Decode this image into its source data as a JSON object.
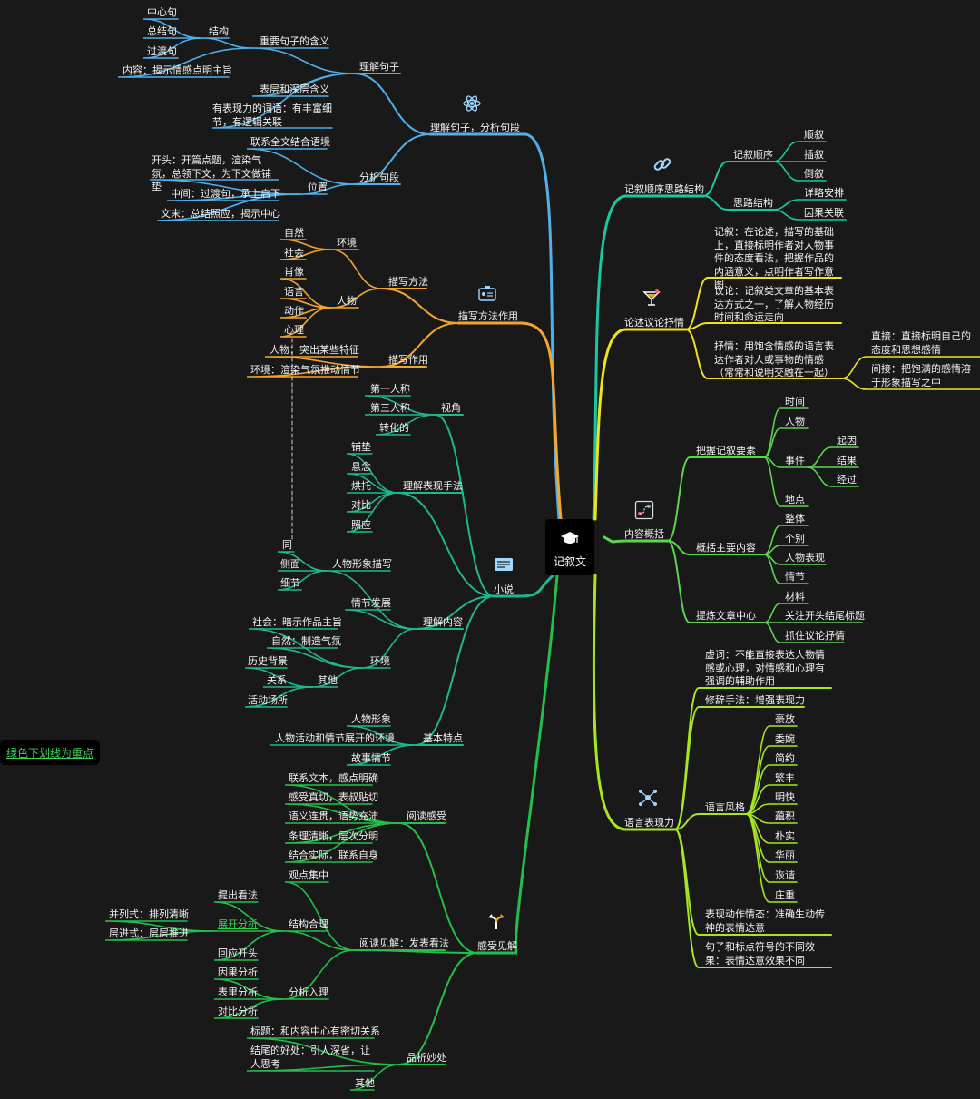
{
  "root": {
    "label": "记叙文"
  },
  "note": "绿色下划线为重点",
  "colors": {
    "blue": "#4fb0ea",
    "orange": "#f4a62a",
    "teal": "#1eb88f",
    "green": "#22c04a",
    "cyan": "#19c7a2",
    "yellow": "#f2e21e",
    "lime": "#5ad54c",
    "yellowgreen": "#a8e61c"
  },
  "branches": {
    "b1": {
      "label": "理解句子，分析句段",
      "icon": "atom-icon",
      "c1": {
        "label": "理解句子",
        "c1": {
          "label": "重要句子的含义",
          "c1": {
            "label": "结构",
            "items": [
              "中心句",
              "总结句",
              "过渡句"
            ]
          },
          "c2": "内容：揭示情感点明主旨"
        },
        "c2": "表层和深层含义",
        "c3": "有表现力的词语：有丰富细节，有逻辑关联"
      },
      "c2": {
        "label": "分析句段",
        "c1": "联系全文结合语境",
        "c2": {
          "label": "位置",
          "items": [
            "开头：开篇点题，渲染气氛，总领下文，为下文做铺垫",
            "中间：过渡句，承上启下",
            "文末：总结照应，揭示中心"
          ]
        }
      }
    },
    "b2": {
      "label": "描写方法作用",
      "icon": "id-card-icon",
      "c1": {
        "label": "描写方法",
        "c1": {
          "label": "环境",
          "items": [
            "自然",
            "社会"
          ]
        },
        "c2": {
          "label": "人物",
          "items": [
            "肖像",
            "语言",
            "动作",
            "心理"
          ]
        }
      },
      "c2": {
        "label": "描写作用",
        "items": [
          "人物：突出某些特征",
          "环境：渲染气氛推动情节"
        ]
      }
    },
    "b3": {
      "label": "小说",
      "icon": "message-icon",
      "c1": {
        "label": "视角",
        "items": [
          "第一人称",
          "第三人称",
          "转化的"
        ]
      },
      "c2": {
        "label": "理解表现手法",
        "items": [
          "铺垫",
          "悬念",
          "烘托",
          "对比",
          "照应"
        ]
      },
      "c3": {
        "label": "理解内容",
        "c1": {
          "label": "人物形象描写",
          "items": [
            "同",
            "侧面",
            "细节"
          ]
        },
        "c2": "情节发展",
        "c3": {
          "label": "环境",
          "c1": "社会：暗示作品主旨",
          "c2": "自然：制造气氛",
          "c3": {
            "label": "其他",
            "items": [
              "历史背景",
              "关系",
              "活动场所"
            ]
          }
        }
      },
      "c4": {
        "label": "基本特点",
        "items": [
          "人物形象",
          "人物活动和情节展开的环境",
          "故事情节"
        ]
      }
    },
    "b4": {
      "label": "感受见解",
      "icon": "arrows-split-icon",
      "c1": {
        "label": "阅读感受",
        "items": [
          "联系文本，感点明确",
          "感受真切，表叔贴切",
          "语义连贯，语势充沛",
          "条理清晰，层次分明",
          "结合实际，联系自身"
        ]
      },
      "c2": {
        "label": "阅读见解：发表看法",
        "c1": "观点集中",
        "c2": {
          "label": "结构合理",
          "c1": "提出看法",
          "c2": {
            "label": "展开分析",
            "items": [
              "并列式：排列清晰",
              "层进式：层层推进"
            ]
          },
          "c3": "回应开头"
        },
        "c3": {
          "label": "分析入理",
          "items": [
            "因果分析",
            "表里分析",
            "对比分析"
          ]
        }
      },
      "c3": {
        "label": "品析妙处",
        "items": [
          "标题：和内容中心有密切关系",
          "结尾的好处：引人深省，让人思考",
          "其他"
        ]
      }
    },
    "b5": {
      "label": "记叙顺序思路结构",
      "icon": "link-icon",
      "c1": {
        "label": "记叙顺序",
        "items": [
          "顺叙",
          "插叙",
          "倒叙"
        ]
      },
      "c2": {
        "label": "思路结构",
        "items": [
          "详略安排",
          "因果关联"
        ]
      }
    },
    "b6": {
      "label": "论述议论抒情",
      "icon": "cocktail-icon",
      "items": [
        "记叙：在论述，描写的基础上，直接标明作者对人物事件的态度看法，把握作品的内涵意义，点明作者写作意图",
        "议论：记叙类文章的基本表达方式之一，了解人物经历时间和命运走向"
      ],
      "c3": {
        "label": "抒情：用饱含情感的语言表达作者对人或事物的情感（常常和说明交融在一起）",
        "items": [
          "直接：直接标明自己的态度和思想感情",
          "间接：把饱满的感情溶于形象描写之中"
        ]
      }
    },
    "b7": {
      "label": "内容概括",
      "icon": "flow-icon",
      "c1": {
        "label": "把握记叙要素",
        "c1": "时间",
        "c2": "人物",
        "c3": {
          "label": "事件",
          "items": [
            "起因",
            "结果",
            "经过"
          ]
        },
        "c4": "地点"
      },
      "c2": {
        "label": "概括主要内容",
        "items": [
          "整体",
          "个别",
          "人物表现",
          "情节"
        ]
      },
      "c3": {
        "label": "提炼文章中心",
        "items": [
          "材料",
          "关注开头结尾标题",
          "抓住议论抒情"
        ]
      }
    },
    "b8": {
      "label": "语言表现力",
      "icon": "network-icon",
      "c1": "虚词：不能直接表达人物情感或心理，对情感和心理有强调的辅助作用",
      "c2": "修辞手法：增强表现力",
      "c3": {
        "label": "语言风格",
        "items": [
          "豪放",
          "委婉",
          "简约",
          "繁丰",
          "明快",
          "蕴积",
          "朴实",
          "华丽",
          "诙谐",
          "庄重"
        ]
      },
      "c4": "表现动作情态：准确生动传神的表情达意",
      "c5": "句子和标点符号的不同效果：表情达意效果不同"
    }
  }
}
